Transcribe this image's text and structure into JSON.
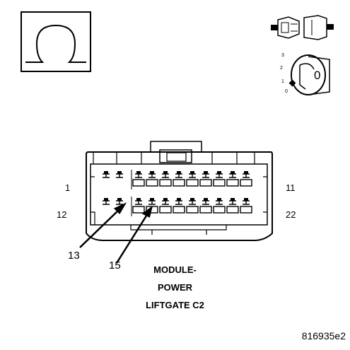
{
  "icons": {
    "ohmmeter": "ohm-symbol-icon",
    "connector": "disconnect-connector-icon",
    "ignition": "ignition-switch-off-icon"
  },
  "ignition_positions": [
    "3",
    "2",
    "1",
    "0"
  ],
  "ignition_key_label": "0",
  "pin_labels": {
    "top_left": "1",
    "top_right": "11",
    "bottom_left": "12",
    "bottom_right": "22"
  },
  "callouts": [
    "13",
    "15"
  ],
  "caption": [
    "MODULE-",
    "POWER",
    "LIFTGATE C2"
  ],
  "figure_id": "816935e2"
}
